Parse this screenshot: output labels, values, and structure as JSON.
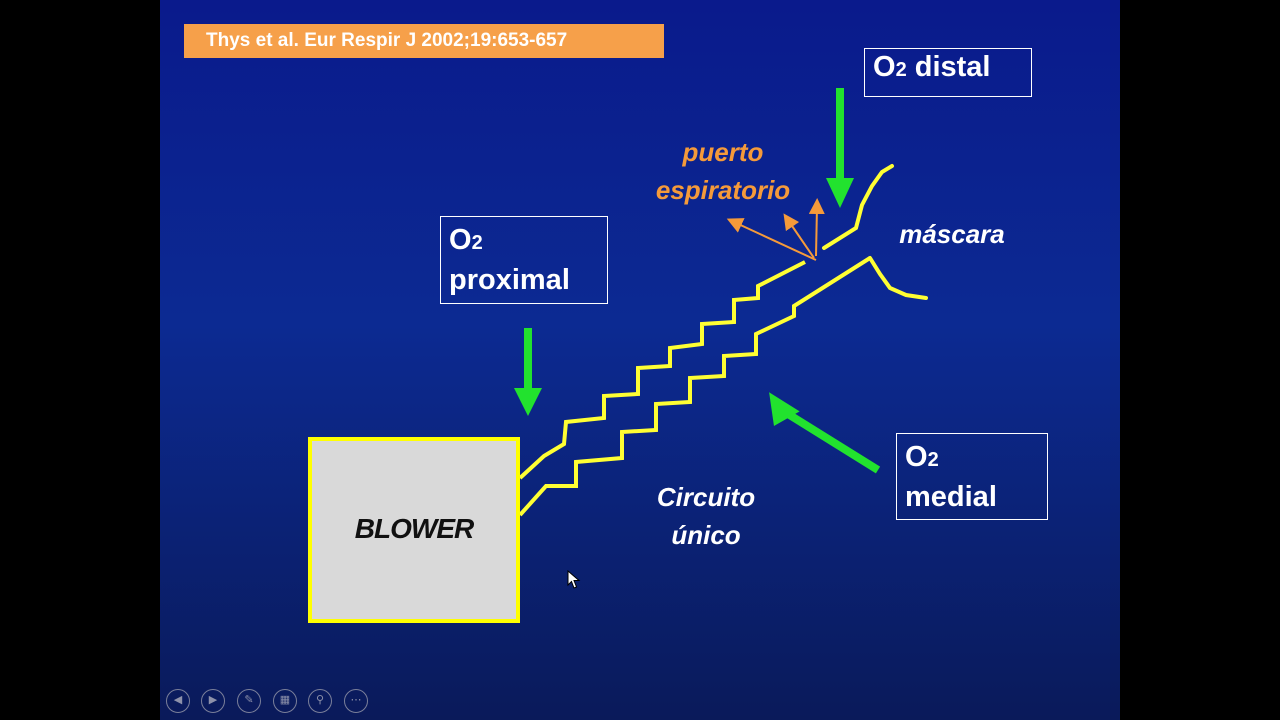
{
  "reference": "Thys et al. Eur Respir J 2002;19:653-657",
  "o2_distal": {
    "base": "O",
    "sub": "2",
    "word": "distal"
  },
  "o2_proximal": {
    "base": "O",
    "sub": "2",
    "word": "proximal"
  },
  "o2_medial": {
    "base": "O",
    "sub": "2",
    "word": "medial"
  },
  "puerto_espiratorio": {
    "line1": "puerto",
    "line2": "espiratorio"
  },
  "mascara_label": "máscara",
  "circuito": {
    "line1": "Circuito",
    "line2": "único"
  },
  "blower_label": "BLOWER",
  "controls": [
    "prev-icon",
    "next-icon",
    "pen-icon",
    "slides-icon",
    "zoom-icon",
    "more-icon"
  ],
  "colors": {
    "arrow_green": "#22e22e",
    "tube_yellow": "#ffff33",
    "exhaust_orange": "#f59a3a",
    "ref_bg": "#f6a04a"
  }
}
